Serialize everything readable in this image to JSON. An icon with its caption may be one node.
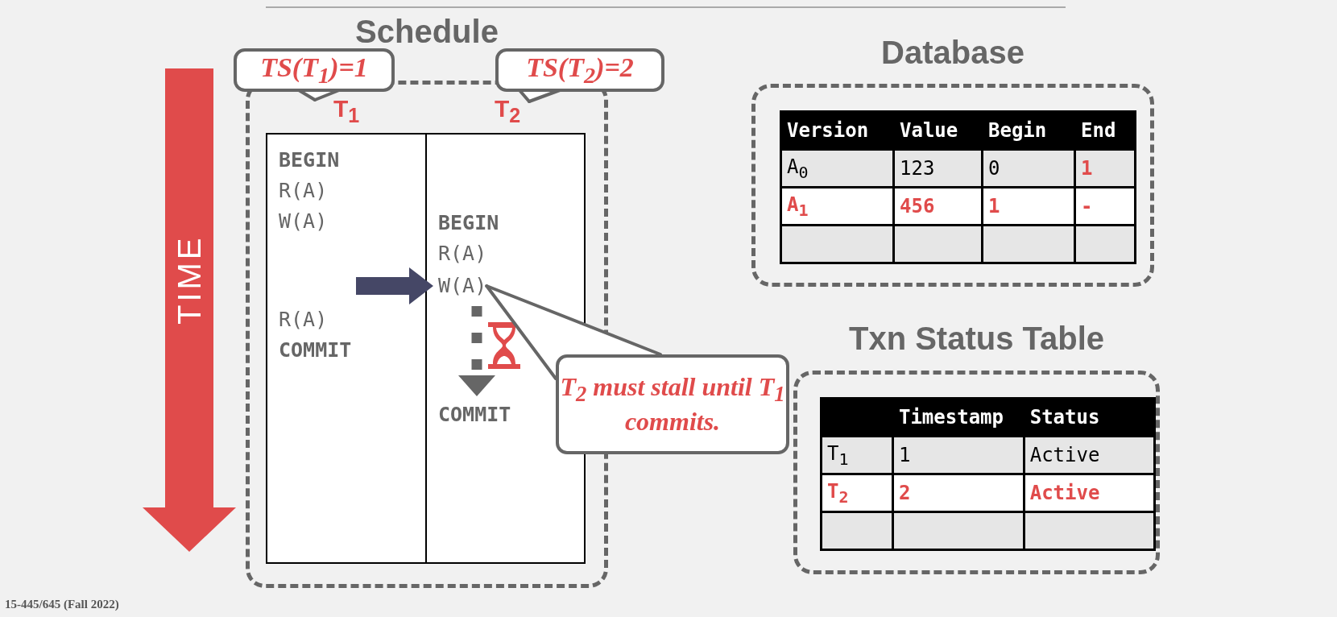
{
  "diagram": {
    "nodes": [
      {
        "text": [
          "Schedule"
        ]
      },
      {
        "text": [
          "T$_{1}$"
        ],
        "in": 0
      },
      {
        "text": [
          "T$_{2}$"
        ],
        "in": 0
      },
      {
        "text": [
          "BEGIN"
        ],
        "in": 0
      },
      {
        "text": [
          "R(A)"
        ],
        "in": 0
      },
      {
        "text": [
          "W(A)"
        ],
        "in": 0
      },
      {
        "text": [
          "R(A)"
        ],
        "in": 0
      },
      {
        "text": [
          "COMMIT"
        ],
        "in": 0
      },
      {
        "text": [
          "BEGIN"
        ],
        "in": 0
      },
      {
        "text": [
          "R(A)"
        ],
        "in": 0
      },
      {
        "text": [
          "W(A)"
        ],
        "in": 0
      },
      {
        "text": [
          "COMMIT"
        ],
        "in": 0
      },
      {
        "text": [
          "TS(T$_{1}$)=1"
        ]
      },
      {
        "text": [
          "TS(T$_{2}$)=2"
        ]
      },
      {
        "text": [
          "T$_{2}$ must stall until T$_{1}$ commits."
        ]
      },
      {
        "text": [
          "Database"
        ]
      },
      {
        "text": [
          "Txn Status Table"
        ]
      }
    ],
    "edges": [
      {
        "from": 12,
        "to": 1,
        "arrow": "none"
      },
      {
        "from": 13,
        "to": 2,
        "arrow": "none"
      },
      {
        "from": 14,
        "to": 10,
        "arrow": "none"
      },
      {
        "from": null,
        "to": 10,
        "arrow": "to",
        "style": "thick",
        "color": "#454766"
      },
      {
        "from": 10,
        "to": 11,
        "arrow": "to",
        "style": "dashed"
      }
    ],
    "labels": [
      "TIME",
      "Version",
      "Value",
      "Begin",
      "End",
      "A$_{0}$",
      "123",
      "0",
      "1",
      "A$_{1}$",
      "456",
      "1",
      "-",
      "Timestamp",
      "Status",
      "T$_{1}$",
      "1",
      "Active",
      "T$_{2}$",
      "2",
      "Active",
      "15-445/645 (Fall 2022)"
    ]
  }
}
